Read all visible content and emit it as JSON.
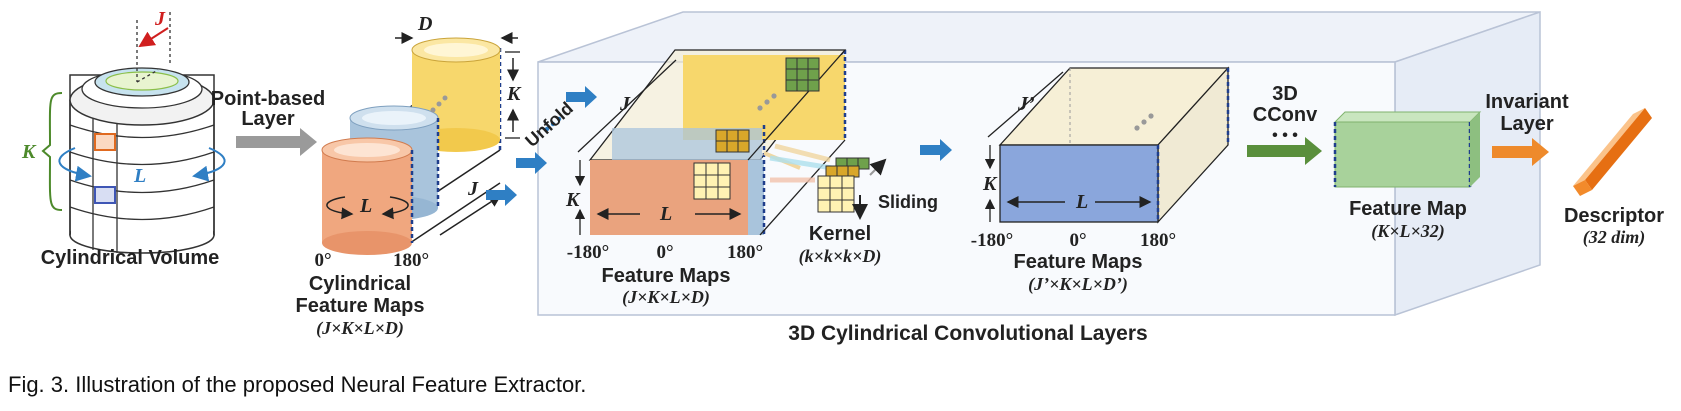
{
  "diagram": {
    "stages": {
      "cylindrical_volume": {
        "title": "Cylindrical Volume",
        "dim_j": "J",
        "dim_k": "K",
        "dim_l": "L"
      },
      "point_based_layer": {
        "line1": "Point-based",
        "line2": "Layer"
      },
      "cyl_feature_maps": {
        "line1": "Cylindrical",
        "line2": "Feature Maps",
        "dims": "(J×K×L×D)",
        "dim_d": "D",
        "dim_k": "K",
        "dim_j": "J",
        "dim_l": "L",
        "angle_0": "0°",
        "angle_180": "180°"
      },
      "unfold": {
        "label": "Unfold"
      },
      "feature_maps_1": {
        "title": "Feature Maps",
        "dims": "(J×K×L×D)",
        "dim_j": "J",
        "dim_k": "K",
        "dim_l": "L",
        "angle_neg180": "-180°",
        "angle_0": "0°",
        "angle_180": "180°"
      },
      "kernel": {
        "title": "Kernel",
        "dims": "(k×k×k×D)",
        "sliding": "Sliding"
      },
      "feature_maps_2": {
        "title": "Feature Maps",
        "dims": "(J’×K×L×D’)",
        "dim_j": "J’",
        "dim_k": "K",
        "dim_l": "L",
        "angle_neg180": "-180°",
        "angle_0": "0°",
        "angle_180": "180°"
      },
      "cconv": {
        "line1": "3D",
        "line2": "CConv",
        "dots": "• • •"
      },
      "feature_map_final": {
        "title": "Feature Map",
        "dims": "(K×L×32)"
      },
      "invariant_layer": {
        "line1": "Invariant",
        "line2": "Layer"
      },
      "descriptor": {
        "title": "Descriptor",
        "dims": "(32 dim)"
      }
    },
    "group_label": "3D Cylindrical Convolutional Layers",
    "caption": "Fig. 3. Illustration of the proposed Neural Feature Extractor.",
    "colors": {
      "orange_cylinder": "#f0a77f",
      "blue_cylinder": "#a9c4dc",
      "yellow_cylinder": "#f7d76c",
      "blue_map": "#8aa6dc",
      "green_map": "#a8d29b",
      "arrow_blue": "#2f7fc4",
      "arrow_gray": "#9a9a9a",
      "arrow_green": "#5a8f3c",
      "arrow_orange": "#ee8a2b",
      "dashed_edge": "#1f3e8c",
      "accent_red": "#d01f1f",
      "accent_green": "#4d8a2b"
    }
  }
}
